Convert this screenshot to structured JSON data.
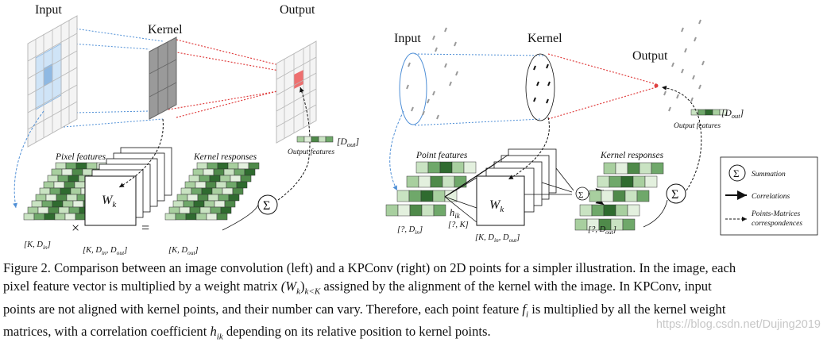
{
  "left_panel": {
    "input_label": "Input",
    "kernel_label": "Kernel",
    "output_label": "Output",
    "pixel_features_label": "Pixel features",
    "kernel_responses_label": "Kernel responses",
    "output_features_label": "Output features",
    "dout_tag": "[D_out]",
    "wk_label": "W_k",
    "times_sign": "×",
    "equals_sign": "=",
    "sigma_symbol": "Σ",
    "dim_input": "[K, D_in]",
    "dim_weights": "[K, D_in, D_out]",
    "dim_responses": "[K, D_out]"
  },
  "right_panel": {
    "input_label": "Input",
    "kernel_label": "Kernel",
    "output_label": "Output",
    "point_features_label": "Point features",
    "kernel_responses_label": "Kernel responses",
    "output_features_label": "Output features",
    "dout_tag": "[D_out]",
    "wk_label": "W_k",
    "hik_label": "h_ik",
    "hik_dim": "[?, K]",
    "sigma_symbol": "Σ",
    "dim_input": "[?, D_in]",
    "dim_weights": "[K, D_in, D_out]",
    "dim_responses": "[?, D_out]"
  },
  "legend": {
    "summation": "Summation",
    "correlations": "Correlations",
    "points_matrices_1": "Points-Matrices",
    "points_matrices_2": "correspondences",
    "sigma_symbol": "Σ"
  },
  "caption": {
    "l1": "Figure 2. Comparison between an image convolution (left) and a KPConv (right) on 2D points for a simpler illustration. In the image, each",
    "l2a": "pixel feature vector is multiplied by a weight matrix ",
    "l2m": "(W",
    "l2msub": "k",
    "l2m2": ")",
    "l2msub2": "k<K",
    "l2b": " assigned by the alignment of the kernel with the image. In KPConv, input",
    "l3a": "points are not aligned with kernel points, and their number can vary. Therefore, each point feature ",
    "l3m": "f",
    "l3msub": "i",
    "l3b": " is multiplied by all the kernel weight",
    "l4a": "matrices, with a correlation coefficient ",
    "l4m": "h",
    "l4msub": "ik",
    "l4b": " depending on its relative position to kernel points."
  },
  "watermark": "https://blog.csdn.net/Dujing2019",
  "colors": {
    "grid_line": "#b8b8b8",
    "input_highlight": "#cfe4f7",
    "input_center": "#8fb9e3",
    "kernel_gray": "#9a9a9a",
    "output_red": "#ee6f6f",
    "red_dotted": "#e04040",
    "blue_dotted": "#4f8fd6",
    "green_dark": "#2f6b2f",
    "green_mid": "#6fa86a",
    "green_light": "#c9e3c2"
  }
}
